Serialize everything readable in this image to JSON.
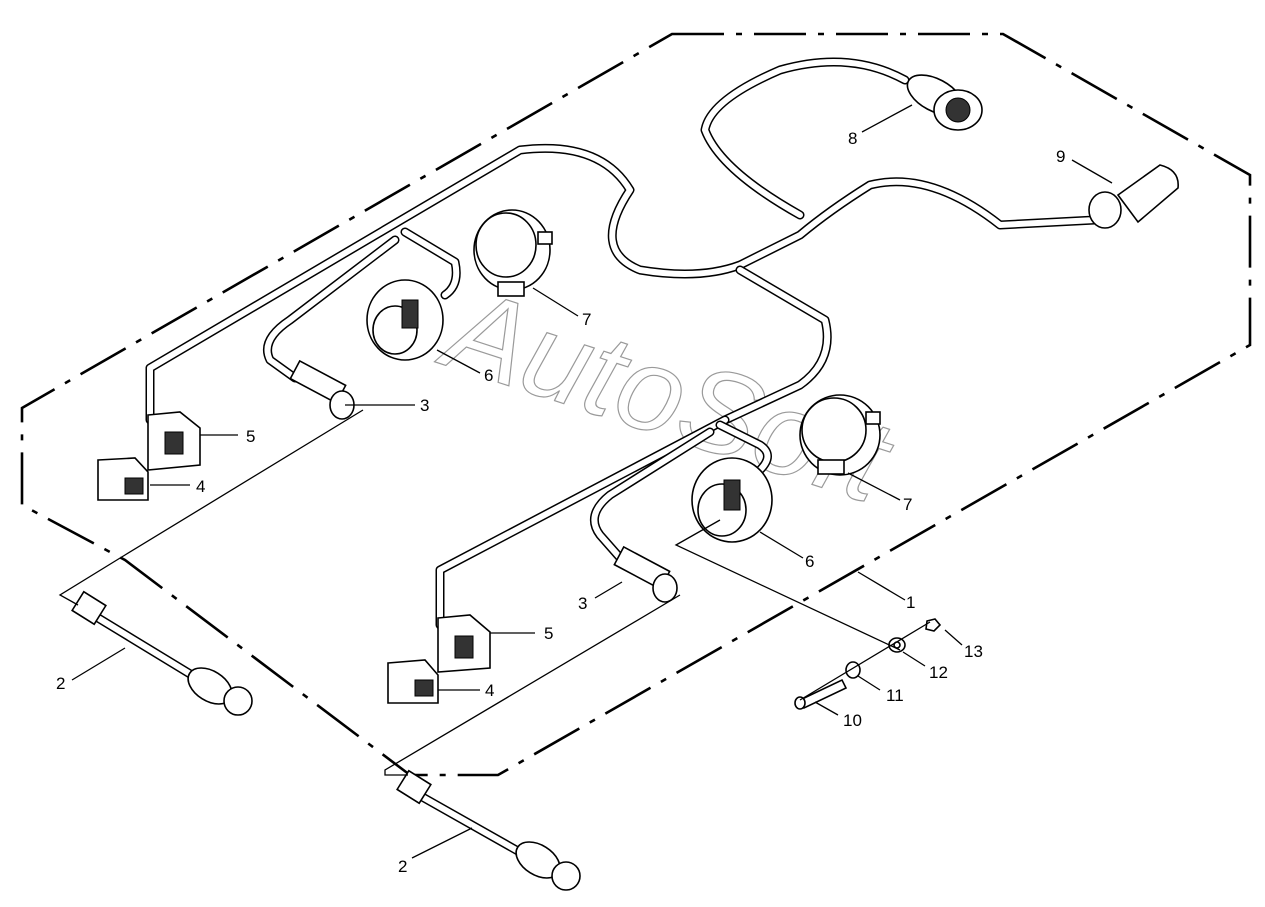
{
  "watermark": "AutoSoft",
  "callouts": {
    "c1": "1",
    "c2a": "2",
    "c2b": "2",
    "c3a": "3",
    "c3b": "3",
    "c4a": "4",
    "c4b": "4",
    "c5a": "5",
    "c5b": "5",
    "c6a": "6",
    "c6b": "6",
    "c7a": "7",
    "c7b": "7",
    "c8": "8",
    "c9": "9",
    "c10": "10",
    "c11": "11",
    "c12": "12",
    "c13": "13"
  }
}
